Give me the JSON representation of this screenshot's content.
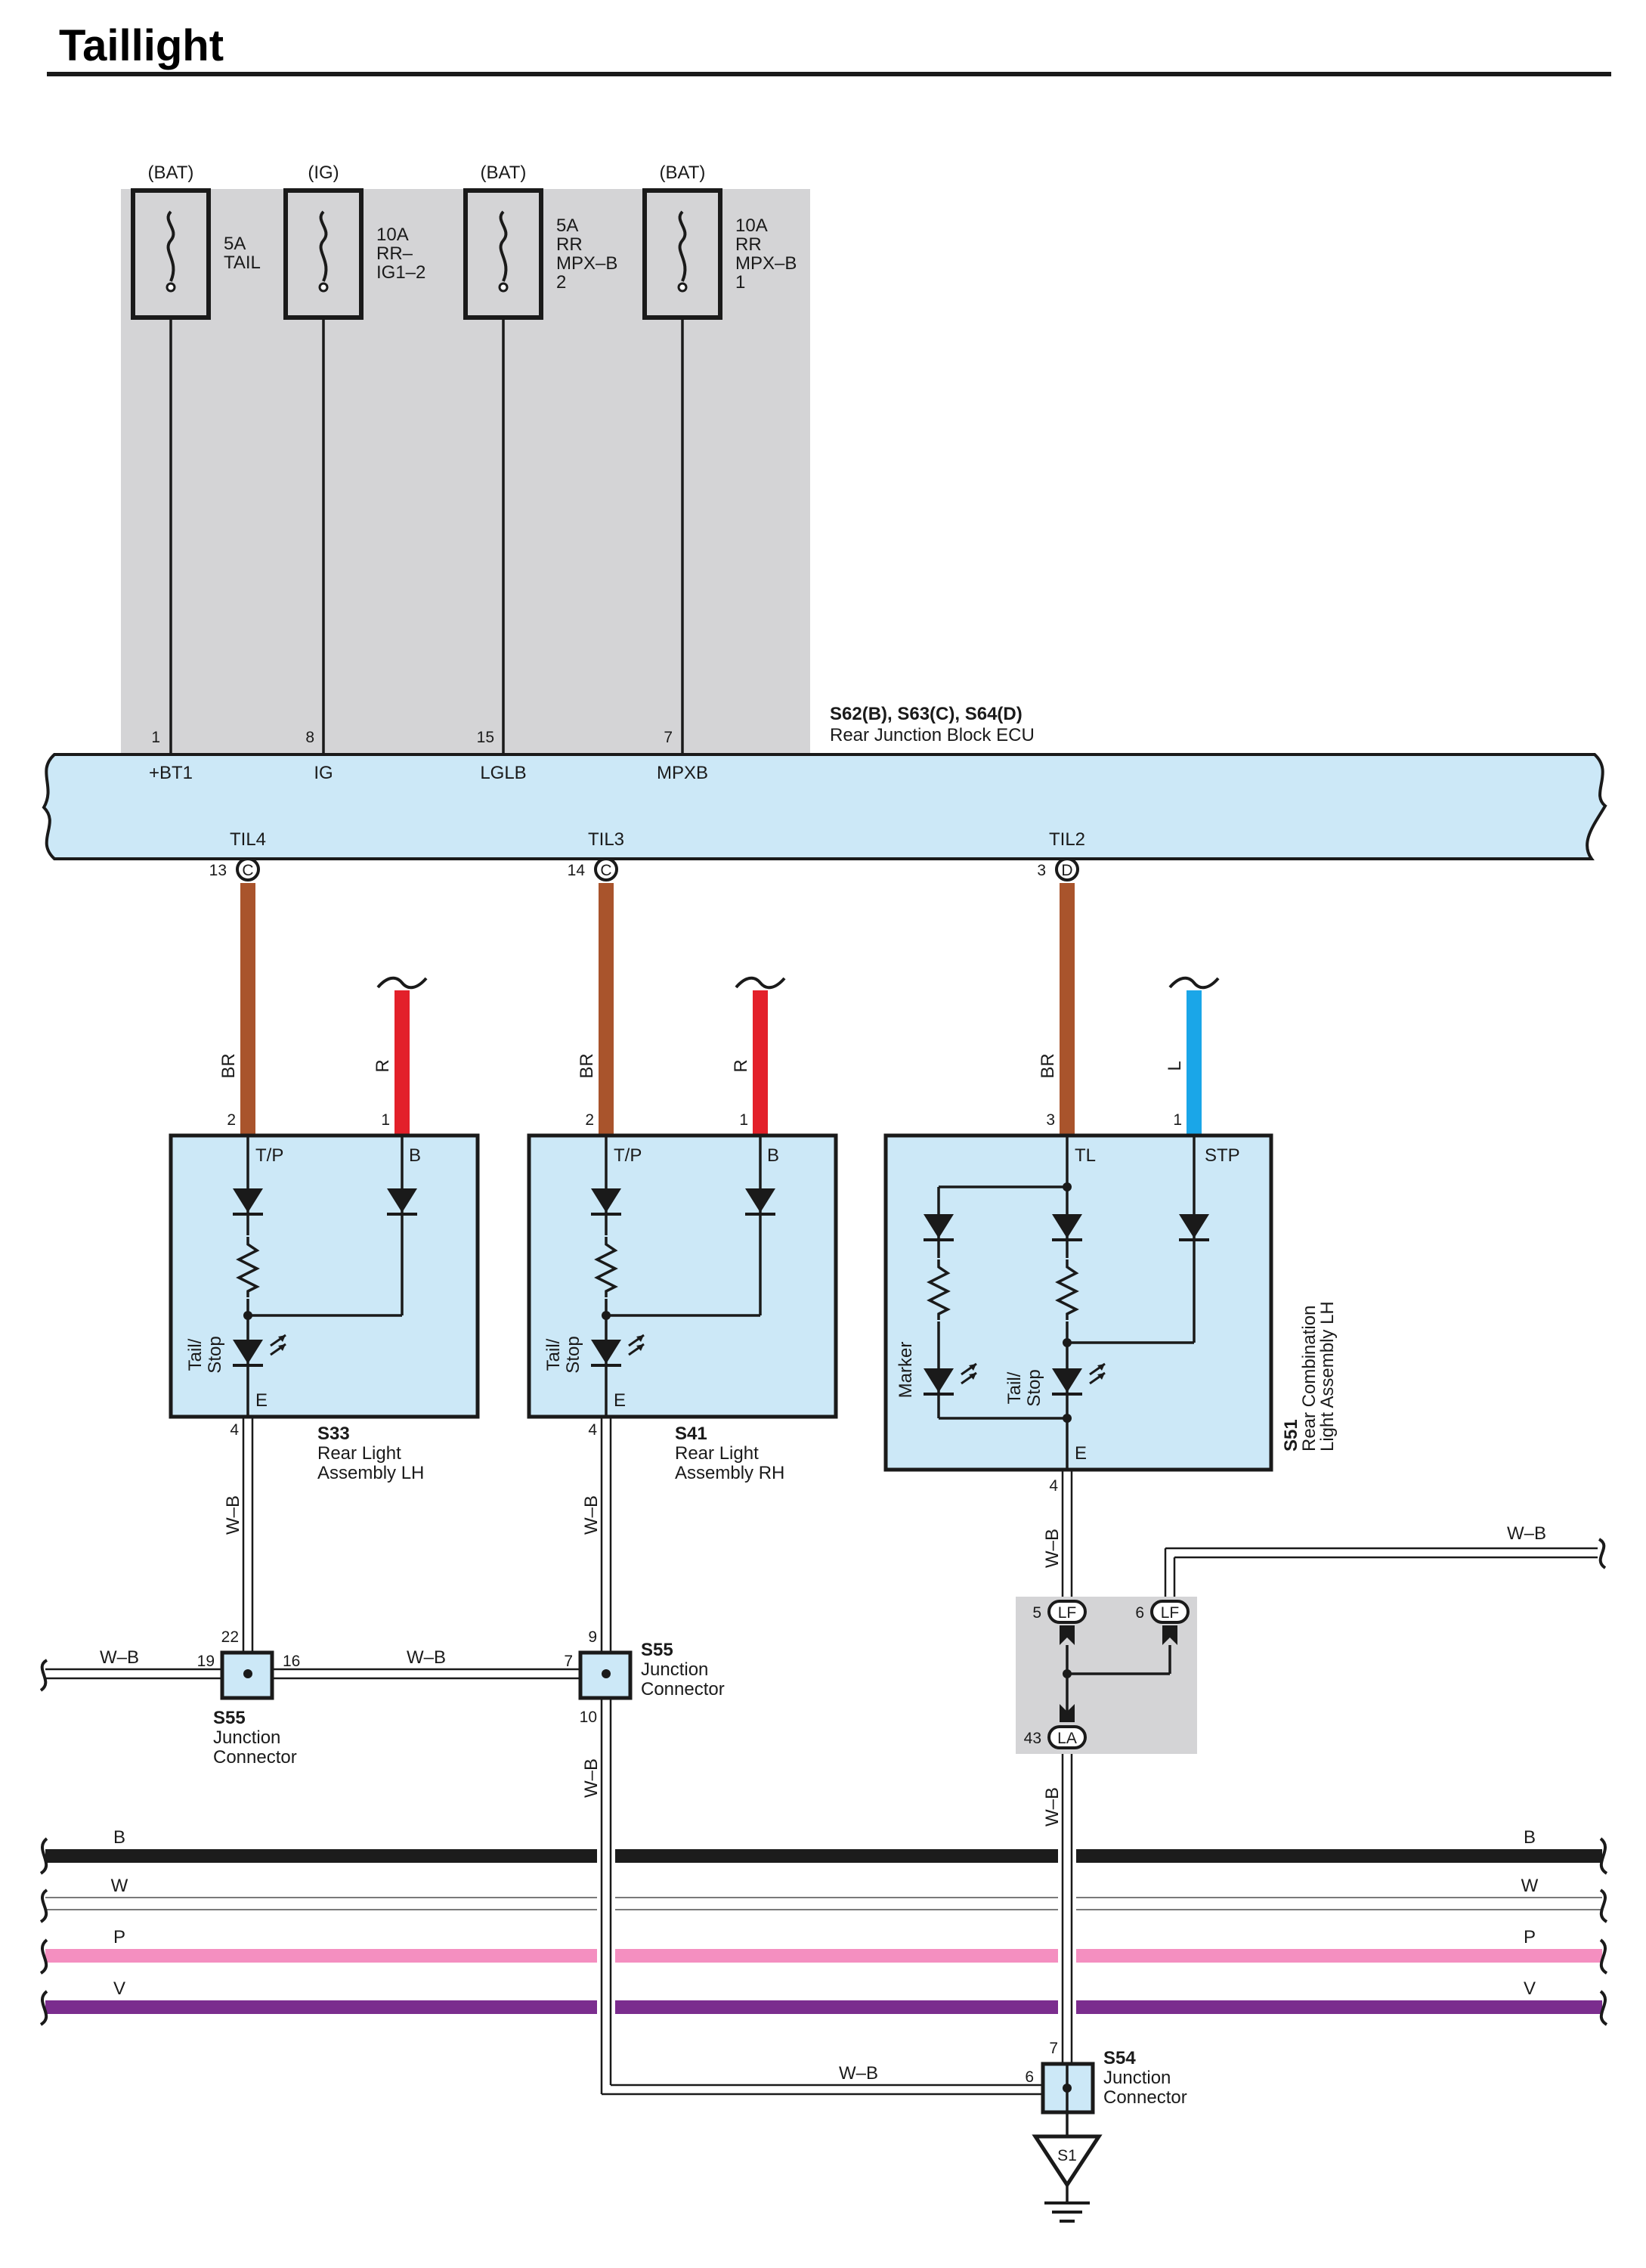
{
  "title": "Taillight",
  "fuses": [
    {
      "source": "(BAT)",
      "rating": "5A",
      "name1": "TAIL",
      "name2": "",
      "name3": "",
      "pin": "1",
      "terminal": "+BT1"
    },
    {
      "source": "(IG)",
      "rating": "10A",
      "name1": "RR–",
      "name2": "IG1–2",
      "name3": "",
      "pin": "8",
      "terminal": "IG"
    },
    {
      "source": "(BAT)",
      "rating": "5A",
      "name1": "RR",
      "name2": "MPX–B",
      "name3": "2",
      "pin": "15",
      "terminal": "LGLB"
    },
    {
      "source": "(BAT)",
      "rating": "10A",
      "name1": "RR",
      "name2": "MPX–B",
      "name3": "1",
      "pin": "7",
      "terminal": "MPXB"
    }
  ],
  "ecu": {
    "code": "S62(B), S63(C), S64(D)",
    "name": "Rear Junction Block ECU"
  },
  "ecu_outputs": [
    {
      "terminal": "TIL4",
      "pin": "13",
      "conn": "C"
    },
    {
      "terminal": "TIL3",
      "pin": "14",
      "conn": "C"
    },
    {
      "terminal": "TIL2",
      "pin": "3",
      "conn": "D"
    }
  ],
  "assemblies": [
    {
      "code": "S33",
      "name1": "Rear Light",
      "name2": "Assembly LH",
      "pin_tp": "2",
      "pin_b": "1",
      "wire_tp": "BR",
      "wire_b": "R",
      "term_tp": "T/P",
      "term_b": "B",
      "lamp": "Tail/",
      "lamp2": "Stop",
      "term_e": "E",
      "pin_e": "4",
      "wire_e": "W–B"
    },
    {
      "code": "S41",
      "name1": "Rear Light",
      "name2": "Assembly RH",
      "pin_tp": "2",
      "pin_b": "1",
      "wire_tp": "BR",
      "wire_b": "R",
      "term_tp": "T/P",
      "term_b": "B",
      "lamp": "Tail/",
      "lamp2": "Stop",
      "term_e": "E",
      "pin_e": "4",
      "wire_e": "W–B"
    }
  ],
  "combo": {
    "code": "S51",
    "name1": "Rear Combination",
    "name2": "Light Assembly LH",
    "pin_tl": "3",
    "pin_stp": "1",
    "wire_tl": "BR",
    "wire_stp": "L",
    "term_tl": "TL",
    "term_stp": "STP",
    "marker": "Marker",
    "lamp": "Tail/",
    "lamp2": "Stop",
    "term_e": "E",
    "pin_e": "4",
    "wire_e": "W–B"
  },
  "junctions": {
    "s55_left": {
      "code": "S55",
      "name1": "Junction",
      "name2": "Connector",
      "pin_top": "22",
      "pin_left": "19",
      "pin_right": "16",
      "wire_left": "W–B",
      "wire_right": "W–B"
    },
    "s55_right": {
      "code": "S55",
      "name1": "Junction",
      "name2": "Connector",
      "pin_top": "9",
      "pin_left": "7",
      "pin_bottom": "10",
      "wire_bottom": "W–B"
    },
    "lf": {
      "pin_a": "5",
      "conn_a": "LF",
      "pin_b": "6",
      "conn_b": "LF",
      "pin_c": "43",
      "conn_c": "LA",
      "wire_out": "W–B",
      "wire_down": "W–B"
    },
    "s54": {
      "code": "S54",
      "name1": "Junction",
      "name2": "Connector",
      "pin_top": "7",
      "pin_left": "6",
      "wire_left": "W–B"
    },
    "ground": "S1"
  },
  "buses": [
    {
      "label": "B",
      "color": "#1c1c1c"
    },
    {
      "label": "W",
      "color": "#ffffff"
    },
    {
      "label": "P",
      "color": "#f48fc0"
    },
    {
      "label": "V",
      "color": "#7b2d8e"
    }
  ],
  "colors": {
    "ecu_fill": "#cce8f7",
    "fuse_bg": "#d4d4d6",
    "brown": "#a9542c",
    "red": "#e3202a",
    "blue": "#1aa6e8"
  }
}
